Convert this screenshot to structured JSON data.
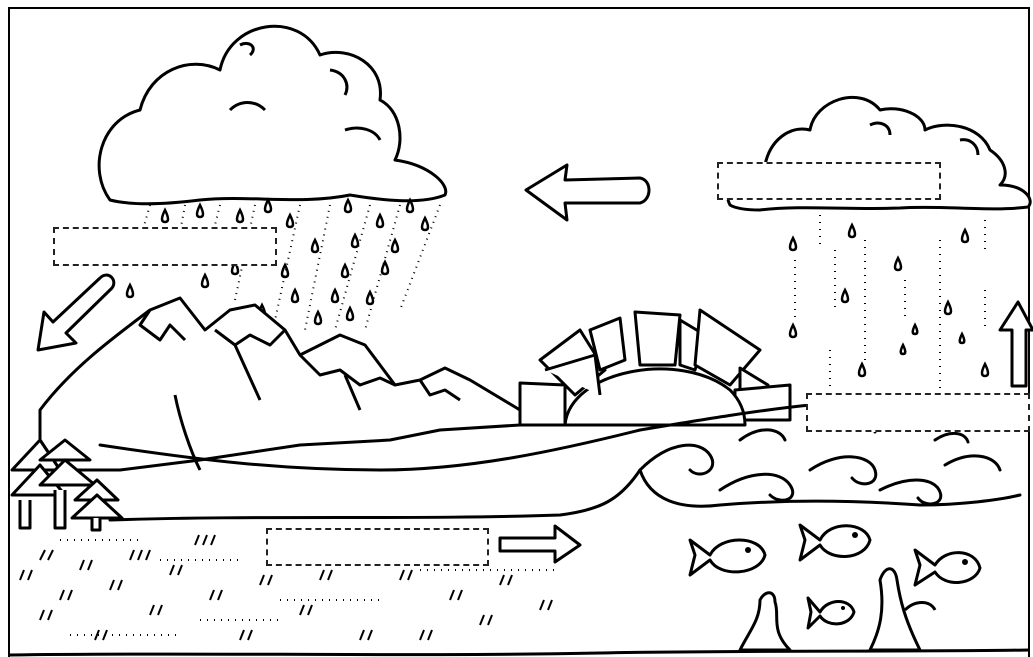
{
  "worksheet": {
    "subject": "water cycle",
    "label_boxes": [
      {
        "id": "condensation",
        "text": ""
      },
      {
        "id": "precipitation",
        "text": ""
      },
      {
        "id": "evaporation",
        "text": ""
      },
      {
        "id": "collection",
        "text": ""
      }
    ]
  },
  "colors": {
    "ink": "#000000",
    "paper": "#ffffff"
  }
}
